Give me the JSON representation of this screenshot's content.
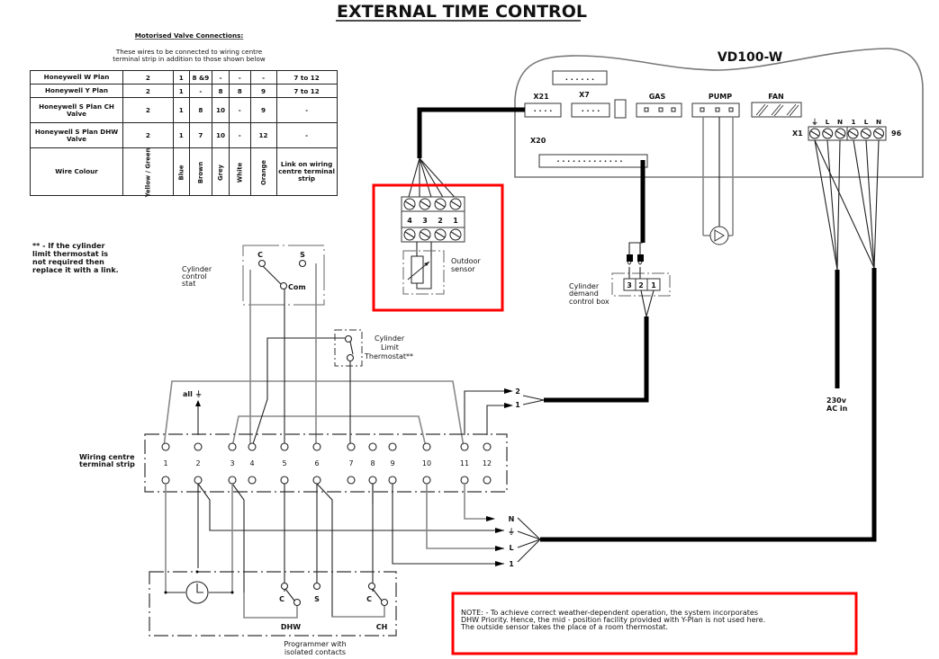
{
  "title": "EXTERNAL TIME CONTROL",
  "valve_table": {
    "heading": "Motorised Valve Connections:",
    "subheading_line1": "These wires to be connected to wiring centre",
    "subheading_line2": "terminal strip in addition to those shown below",
    "rows": [
      {
        "label": "Honeywell W Plan",
        "cells": [
          "2",
          "1",
          "8 &9",
          "-",
          "-",
          "-",
          "7 to 12"
        ]
      },
      {
        "label": "Honeywell Y Plan",
        "cells": [
          "2",
          "1",
          "-",
          "8",
          "8",
          "9",
          "7 to 12"
        ]
      },
      {
        "label": "Honeywell S Plan CH Valve",
        "cells": [
          "2",
          "1",
          "8",
          "10",
          "-",
          "9",
          "-"
        ]
      },
      {
        "label": "Honeywell S Plan DHW Valve",
        "cells": [
          "2",
          "1",
          "7",
          "10",
          "-",
          "12",
          "-"
        ]
      }
    ],
    "colour_row": {
      "label": "Wire Colour",
      "colours": [
        "Yellow / Green",
        "Blue",
        "Brown",
        "Grey",
        "White",
        "Orange"
      ],
      "link": "Link on wiring centre terminal strip"
    }
  },
  "footnote": [
    "** - If the cylinder",
    "limit thermostat is",
    "not required then",
    "replace it with a link."
  ],
  "boiler": {
    "name": "VD100-W",
    "connectors": {
      "x21": "X21",
      "x7": "X7",
      "gas": "GAS",
      "pump": "PUMP",
      "fan": "FAN",
      "x20": "X20",
      "x1": "X1",
      "x1_number": "96"
    },
    "x1_terminals": [
      "⏚",
      "L",
      "N",
      "1",
      "L",
      "N"
    ]
  },
  "outdoor_sensor": {
    "label_line1": "Outdoor",
    "label_line2": "sensor",
    "terminals": [
      "4",
      "3",
      "2",
      "1"
    ]
  },
  "cylinder_control_stat": {
    "label": [
      "Cylinder",
      "control",
      "stat"
    ],
    "contact_c": "C",
    "contact_s": "S",
    "contact_com": "Com"
  },
  "cylinder_limit_thermostat": {
    "label": [
      "Cylinder",
      "Limit",
      "Thermostat**"
    ]
  },
  "cylinder_demand_box": {
    "label": [
      "Cylinder",
      "demand",
      "control box"
    ],
    "terminals": [
      "3",
      "2",
      "1"
    ]
  },
  "earth_label": "all ⏚",
  "demand_arrows": [
    "2",
    "1"
  ],
  "wiring_centre": {
    "label_line1": "Wiring centre",
    "label_line2": "terminal strip",
    "terminals": [
      "1",
      "2",
      "3",
      "4",
      "5",
      "6",
      "7",
      "8",
      "9",
      "10",
      "11",
      "12"
    ]
  },
  "mains_arrows": [
    "N",
    "⏚",
    "L",
    "1"
  ],
  "ac_input": {
    "line1": "230v",
    "line2": "AC in"
  },
  "programmer": {
    "label_line1": "Programmer with",
    "label_line2": "isolated contacts",
    "dhw": "DHW",
    "ch": "CH",
    "c1": "C",
    "s": "S",
    "c2": "C"
  },
  "note": [
    "NOTE: - To achieve correct weather-dependent operation, the system incorporates",
    "DHW Priority. Hence, the mid - position facility provided with Y-Plan is not used here.",
    "The outside sensor takes the place of a room thermostat."
  ],
  "colors": {
    "highlight": "#ff0000",
    "wire": "#000000",
    "grey_wire": "#888888"
  }
}
